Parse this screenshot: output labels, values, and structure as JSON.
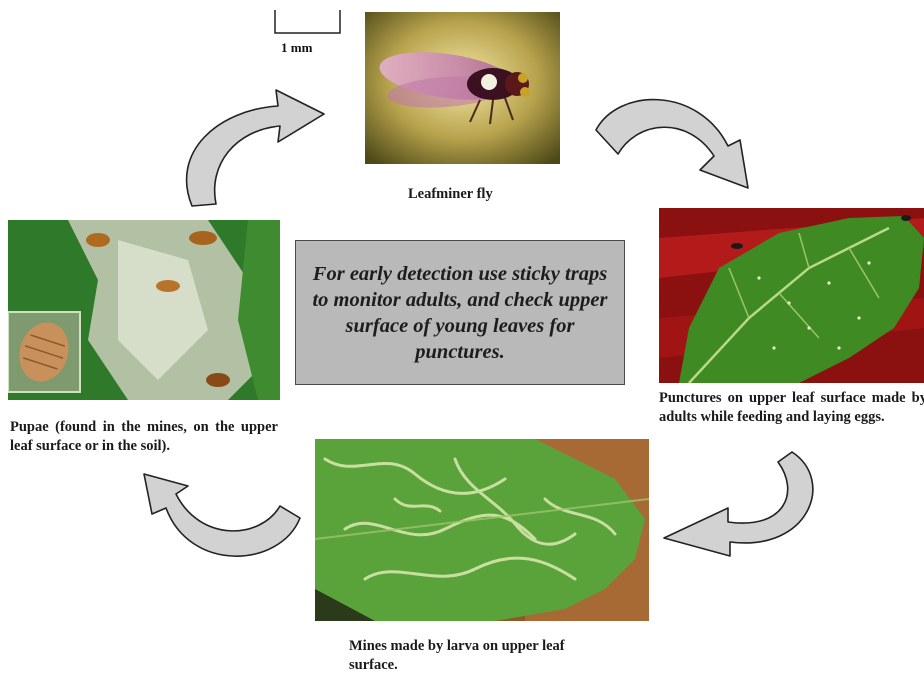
{
  "scale": {
    "label": "1 mm"
  },
  "center_text": "For early detection use sticky traps to monitor adults, and check upper surface of young leaves for punctures.",
  "stages": [
    {
      "id": "adult",
      "caption": "Leafminer fly"
    },
    {
      "id": "punctures",
      "caption": "Punctures on upper leaf surface made by adults while feeding and laying eggs."
    },
    {
      "id": "mines",
      "caption": "Mines made by larva on upper leaf surface."
    },
    {
      "id": "pupae",
      "caption": "Pupae (found in the mines, on the upper leaf surface or in the soil)."
    }
  ],
  "colors": {
    "arrow_fill": "#d2d2d2",
    "arrow_stroke": "#222222",
    "box_fill": "#b9b9b9"
  }
}
